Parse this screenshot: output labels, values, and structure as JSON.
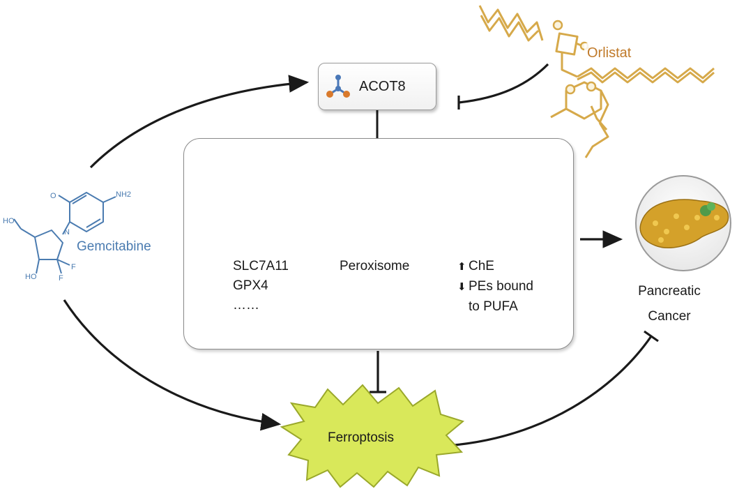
{
  "diagram": {
    "nodes": {
      "acot8": "ACOT8",
      "orlistat": "Orlistat",
      "gemcitabine": "Gemcitabine",
      "peroxisome": "Peroxisome",
      "ferroptosis": "Ferroptosis",
      "pancreatic_cancer_line1": "Pancreatic",
      "pancreatic_cancer_line2": "Cancer"
    },
    "gene_list": [
      "SLC7A11",
      "GPX4",
      "……"
    ],
    "lipid_changes": [
      {
        "arrow": "up",
        "text": "ChE"
      },
      {
        "arrow": "down",
        "text": "PEs bound"
      },
      {
        "arrow": "none",
        "text": "to PUFA"
      }
    ],
    "chem_labels": {
      "nh2": "NH2",
      "ho_top": "HO",
      "ho_bottom": "HO",
      "f1": "F",
      "f2": "F",
      "n": "N",
      "o": "O"
    },
    "colors": {
      "dna_frame": "#6fae3f",
      "peroxisome_frame": "#d99a2b",
      "lipid_frame": "#b84f8d",
      "link_bar": "#aab3de",
      "ferroptosis_fill": "#d9e85a",
      "orlistat": "#d6a94a",
      "gemcitabine": "#4a7bb0"
    }
  }
}
